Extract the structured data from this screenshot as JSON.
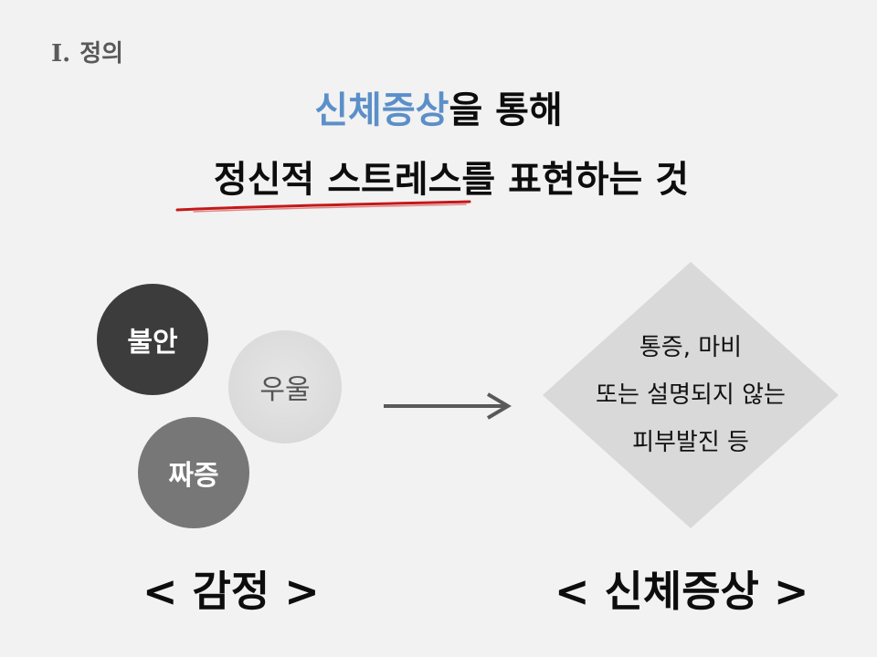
{
  "section": {
    "numeral": "Ⅰ.",
    "title": "정의"
  },
  "headline": {
    "line1_highlight": "신체증상",
    "line1_rest": "을 통해",
    "line2": "정신적 스트레스를 표현하는 것"
  },
  "emotions": {
    "anxiety": "불안",
    "depression": "우울",
    "irritation": "짜증"
  },
  "symptoms": {
    "line1": "통증, 마비",
    "line2": "또는 설명되지 않는",
    "line3": "피부발진 등"
  },
  "captions": {
    "left": "< 감정 >",
    "right": "< 신체증상 >"
  },
  "colors": {
    "accent_blue": "#5b8fc9",
    "underline_red": "#c00000",
    "dark_circle": "#3c3c3c",
    "mid_circle": "#777777",
    "light_circle": "#dadada",
    "diamond": "#d9d9d9"
  }
}
